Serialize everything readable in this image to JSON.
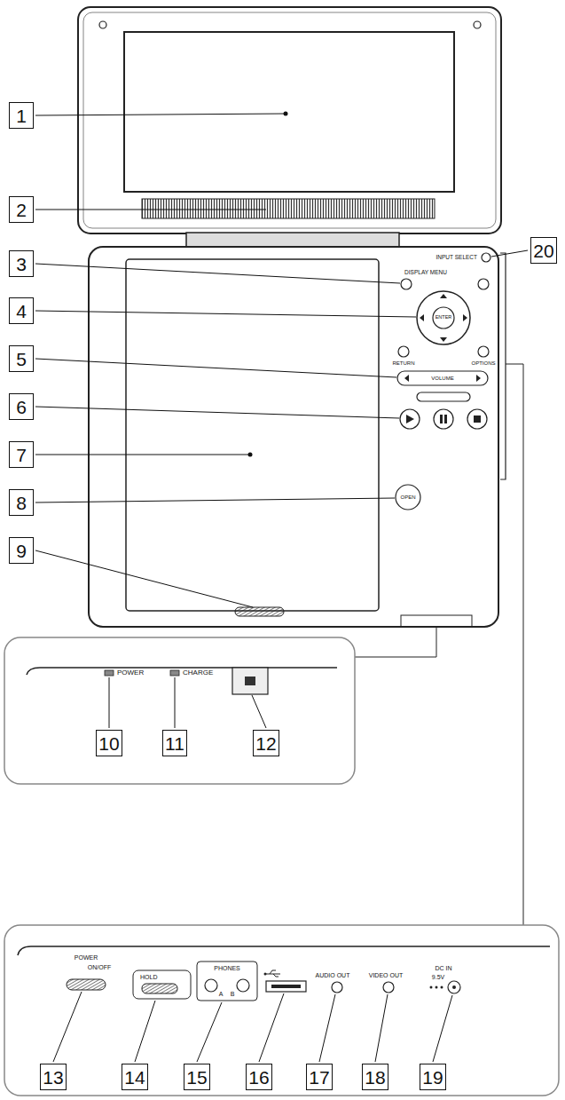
{
  "diagram": {
    "nodes": [
      {
        "text": [
          "1"
        ]
      },
      {
        "text": [
          "2"
        ]
      },
      {
        "text": [
          "20"
        ]
      },
      {
        "text": [
          "3"
        ]
      },
      {
        "text": [
          "4"
        ]
      },
      {
        "text": [
          "5"
        ]
      },
      {
        "text": [
          "6"
        ]
      },
      {
        "text": [
          "7"
        ]
      },
      {
        "text": [
          "8"
        ]
      },
      {
        "text": [
          "9"
        ]
      },
      {
        "text": [
          "10"
        ]
      },
      {
        "text": [
          "11"
        ]
      },
      {
        "text": [
          "12"
        ]
      },
      {
        "text": [
          "13"
        ]
      },
      {
        "text": [
          "14"
        ]
      },
      {
        "text": [
          "15"
        ]
      },
      {
        "text": [
          "16"
        ]
      },
      {
        "text": [
          "17"
        ]
      },
      {
        "text": [
          "18"
        ]
      },
      {
        "text": [
          "19"
        ]
      }
    ],
    "labels": [
      "INPUT SELECT",
      "DISPLAY MENU",
      "ENTER",
      "RETURN",
      "OPTIONS",
      "VOLUME",
      "OPEN",
      "POWER",
      "CHARGE",
      "POWER",
      "ON/OFF",
      "HOLD",
      "PHONES",
      "A",
      "B",
      "AUDIO OUT",
      "VIDEO OUT",
      "DC IN",
      "9.5V"
    ]
  }
}
